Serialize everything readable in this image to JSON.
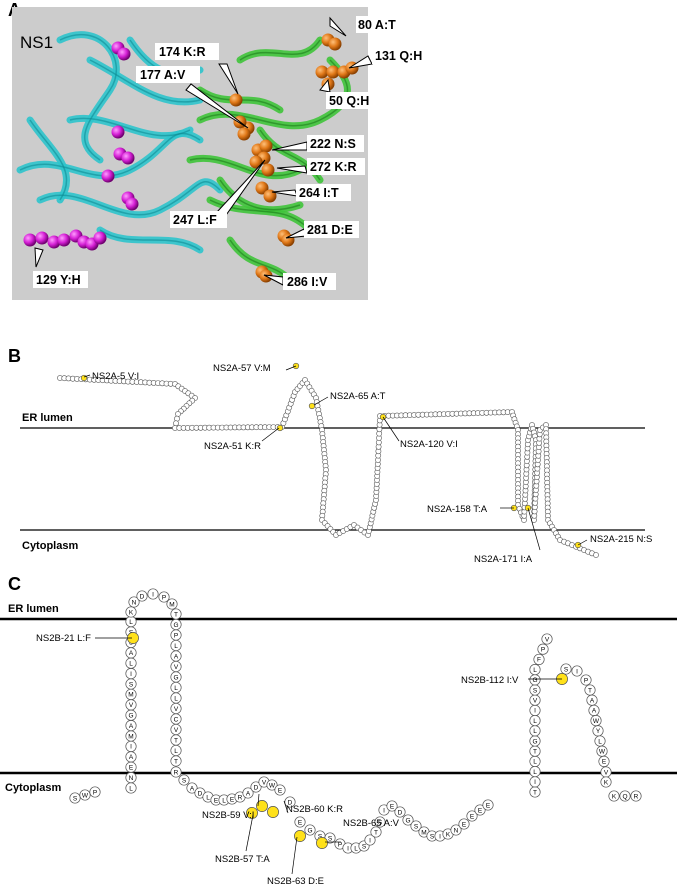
{
  "panel_a": {
    "letter": "A",
    "protein": "NS1",
    "mutations": [
      "174 K:R",
      "177 A:V",
      "80 A:T",
      "131 Q:H",
      "50 Q:H",
      "222 N:S",
      "272 K:R",
      "264 I:T",
      "247 L:F",
      "281 D:E",
      "286 I:V",
      "129 Y:H"
    ]
  },
  "panel_b": {
    "letter": "B",
    "er_lumen": "ER lumen",
    "cytoplasm": "Cytoplasm",
    "mutations": [
      "NS2A-5 V:I",
      "NS2A-57 V:M",
      "NS2A-65 A:T",
      "NS2A-51 K:R",
      "NS2A-120 V:I",
      "NS2A-158 T:A",
      "NS2A-171 I:A",
      "NS2A-215 N:S"
    ]
  },
  "panel_c": {
    "letter": "C",
    "er_lumen": "ER lumen",
    "cytoplasm": "Cytoplasm",
    "mutations": [
      "NS2B-21 L:F",
      "NS2B-112 I:V",
      "NS2B-59 V:I",
      "NS2B-60 K:R",
      "NS2B-65 A:V",
      "NS2B-57 T:A",
      "NS2B-63 D:E"
    ],
    "residues_tm1_down": "SWPLNEAIMAGVMSILASSL",
    "residues_loop_top": "KNDIPM",
    "residues_tm1_up": "TGPLAVGLLVCVTLT",
    "residues_bottom": "RSADLELERADVWEDEGSSPILSITSIEDGSMSIKNEEEE",
    "residues_tm2_up": "TILLTGLLIVSGLFPV",
    "residues_tm2_top": "SIP",
    "residues_tm2_down": "TAAWYLWEVKKQR"
  }
}
